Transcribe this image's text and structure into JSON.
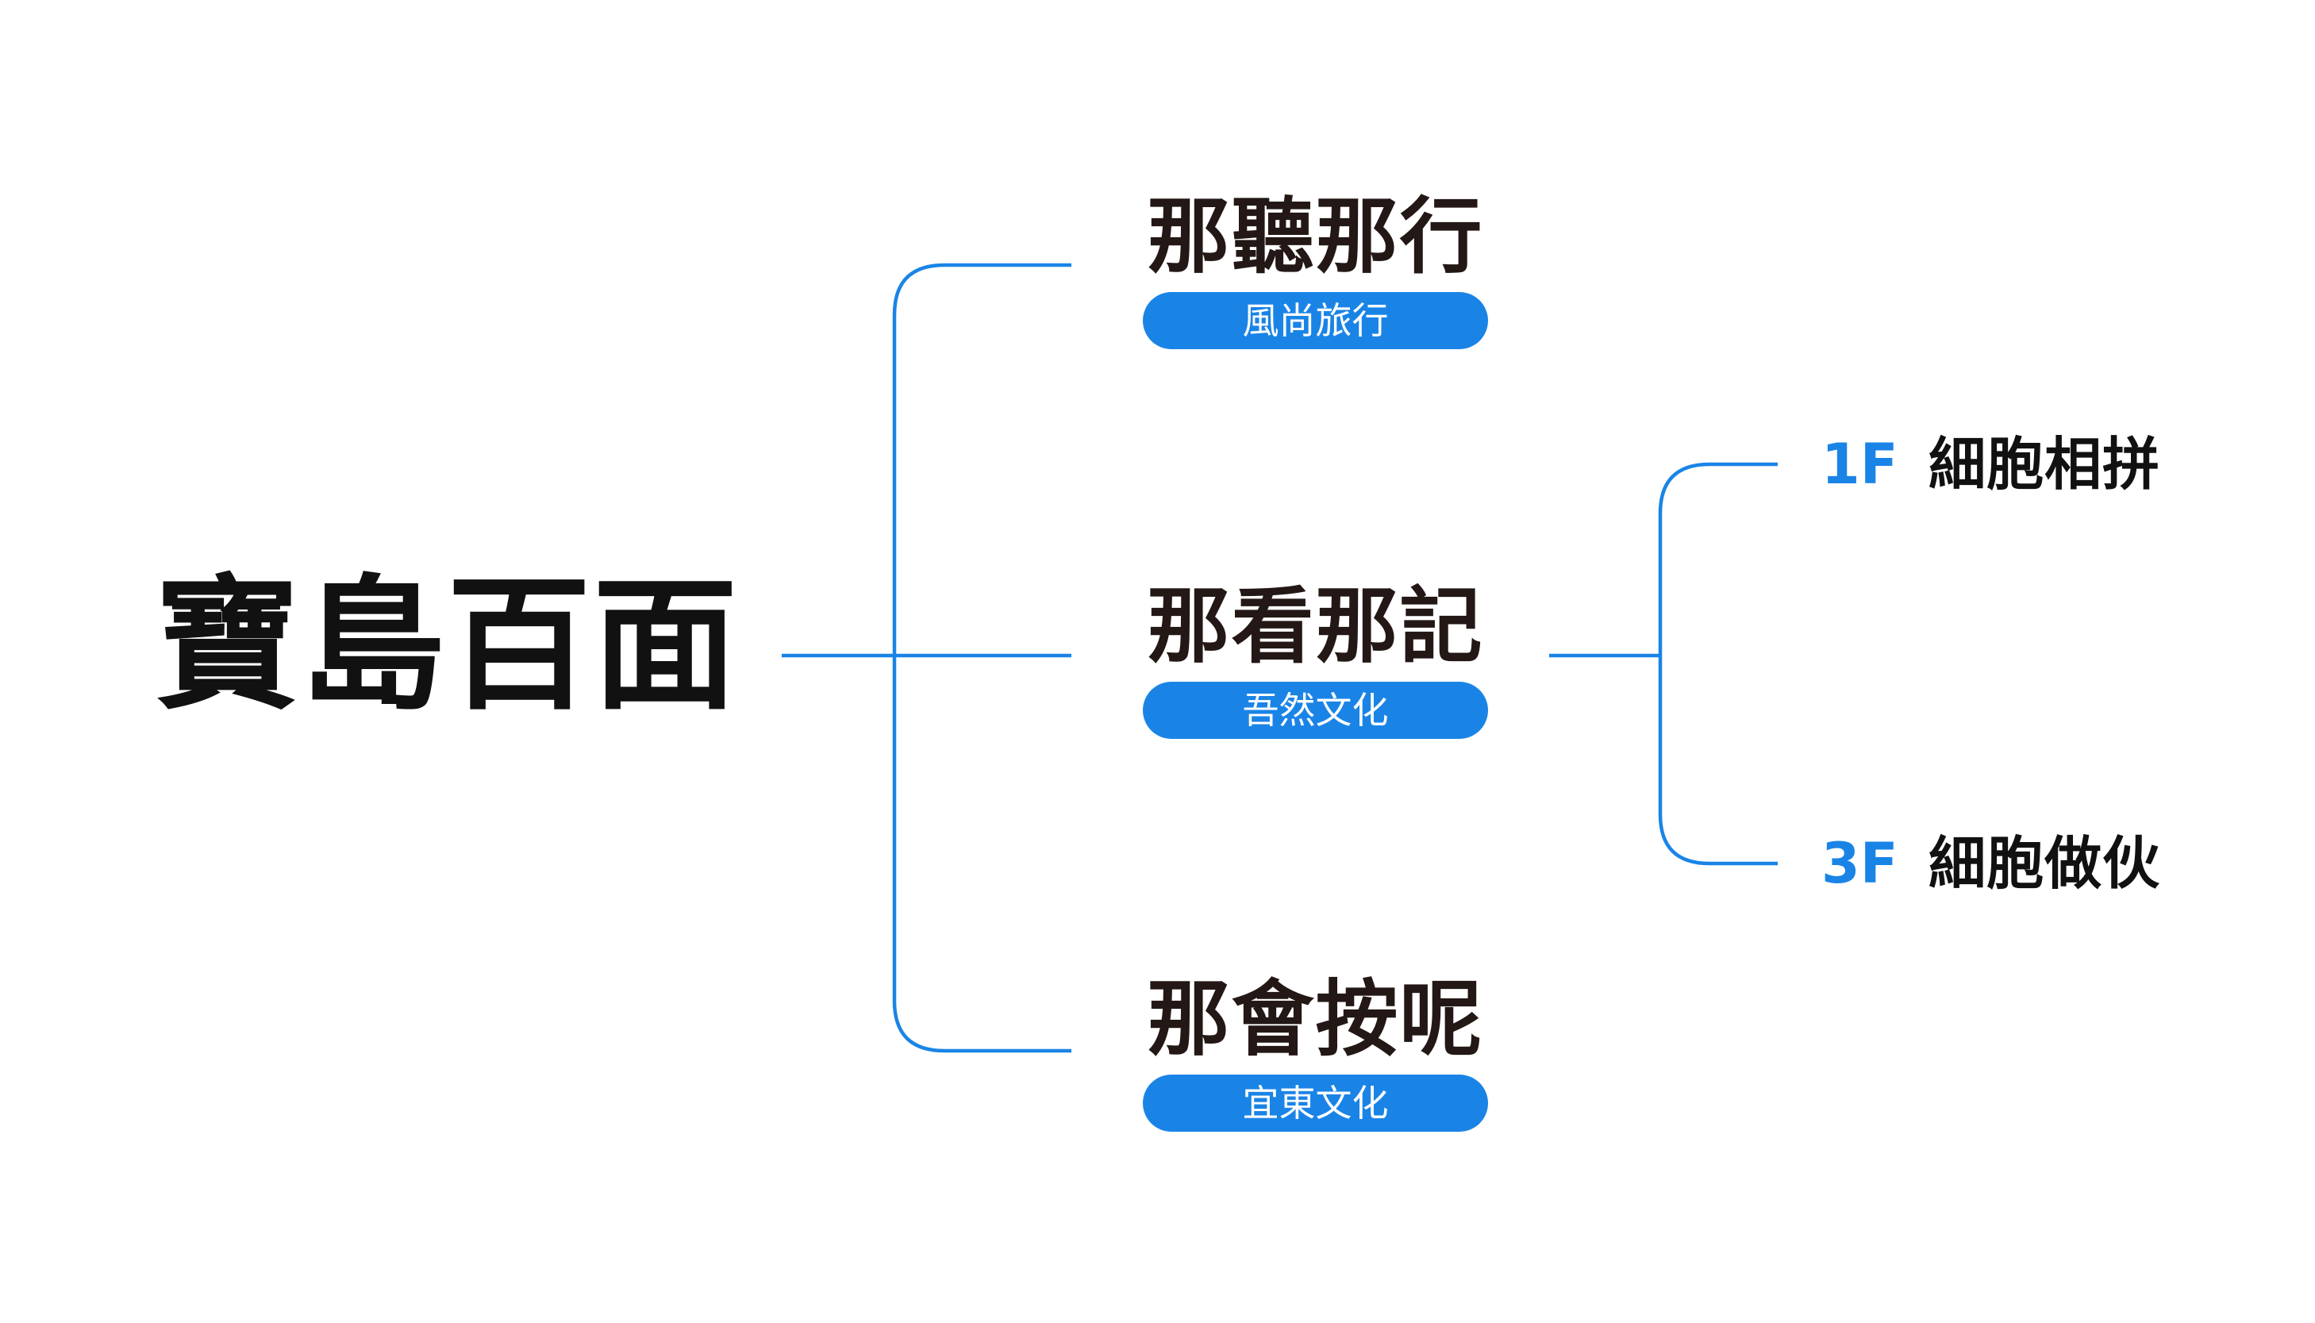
{
  "root": {
    "title": "寶島百面"
  },
  "branches": [
    {
      "title": "那聽那行",
      "tag": "風尚旅行"
    },
    {
      "title": "那看那記",
      "tag": "吾然文化"
    },
    {
      "title": "那會按呢",
      "tag": "宜東文化"
    }
  ],
  "leaves": [
    {
      "floor": "1F",
      "name": "細胞相拼"
    },
    {
      "floor": "3F",
      "name": "細胞做伙"
    }
  ],
  "colors": {
    "accent": "#1a84e6",
    "text": "#111111",
    "background": "#ffffff"
  }
}
